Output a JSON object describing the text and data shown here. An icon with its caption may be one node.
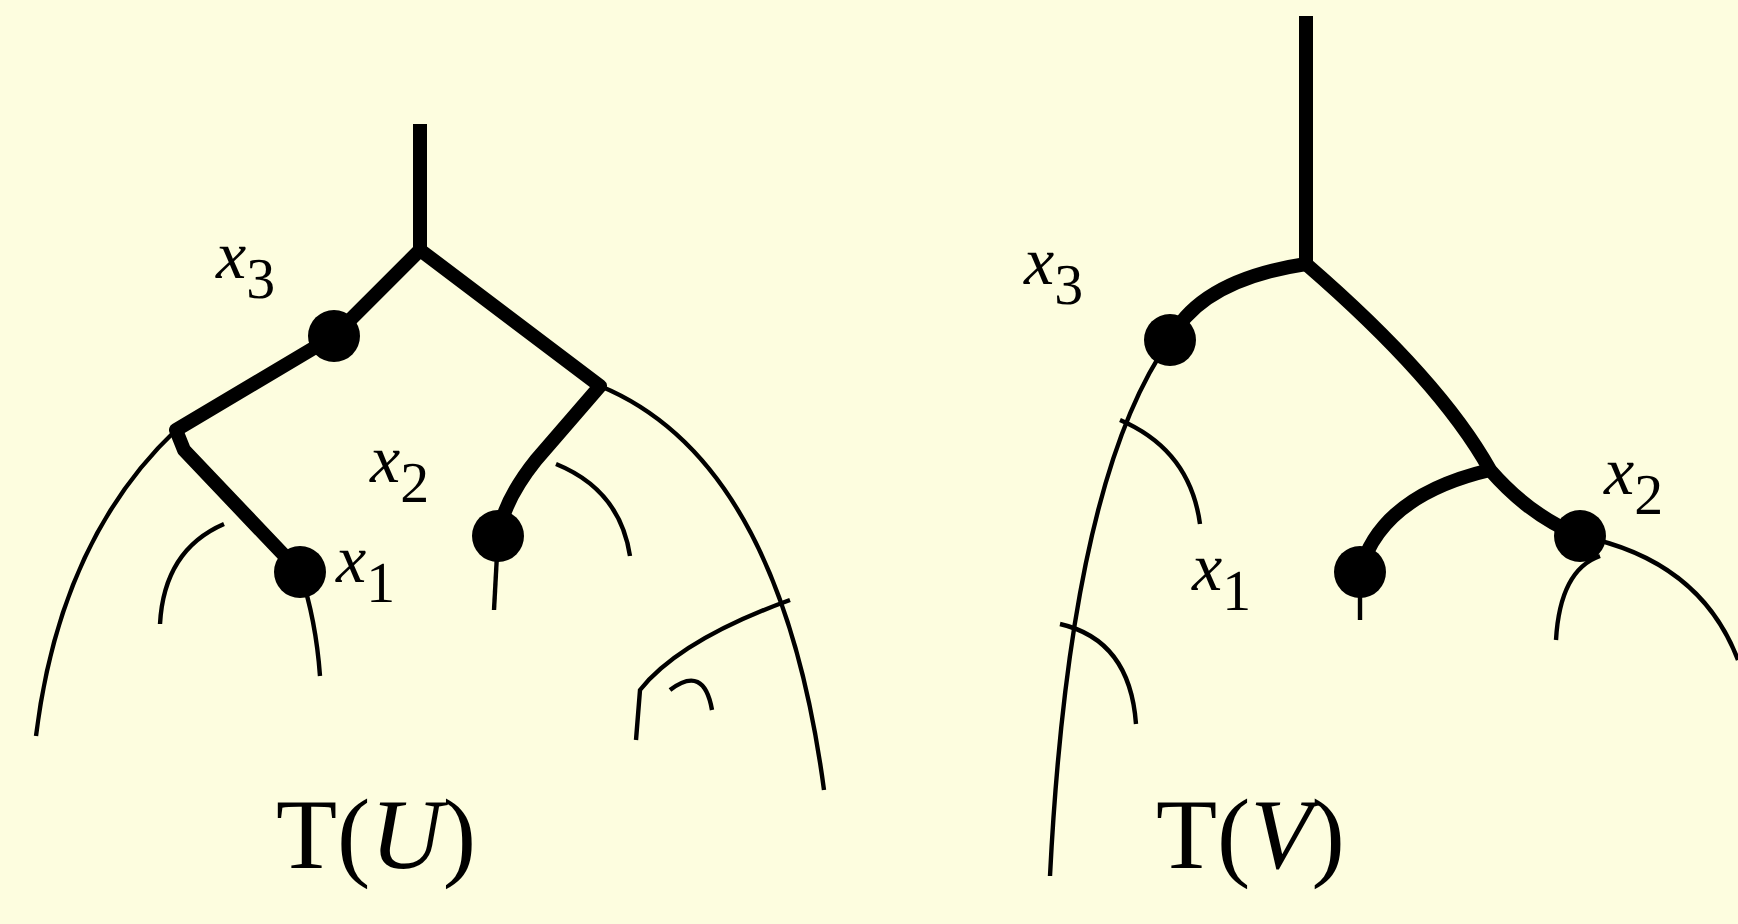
{
  "diagram": {
    "labels": [
      "*x*$_{3}$",
      "*x*$_{2}$",
      "*x*$_{1}$",
      "T(*U*)",
      "*x*$_{3}$",
      "*x*$_{2}$",
      "*x*$_{1}$",
      "T(*V*)"
    ]
  }
}
